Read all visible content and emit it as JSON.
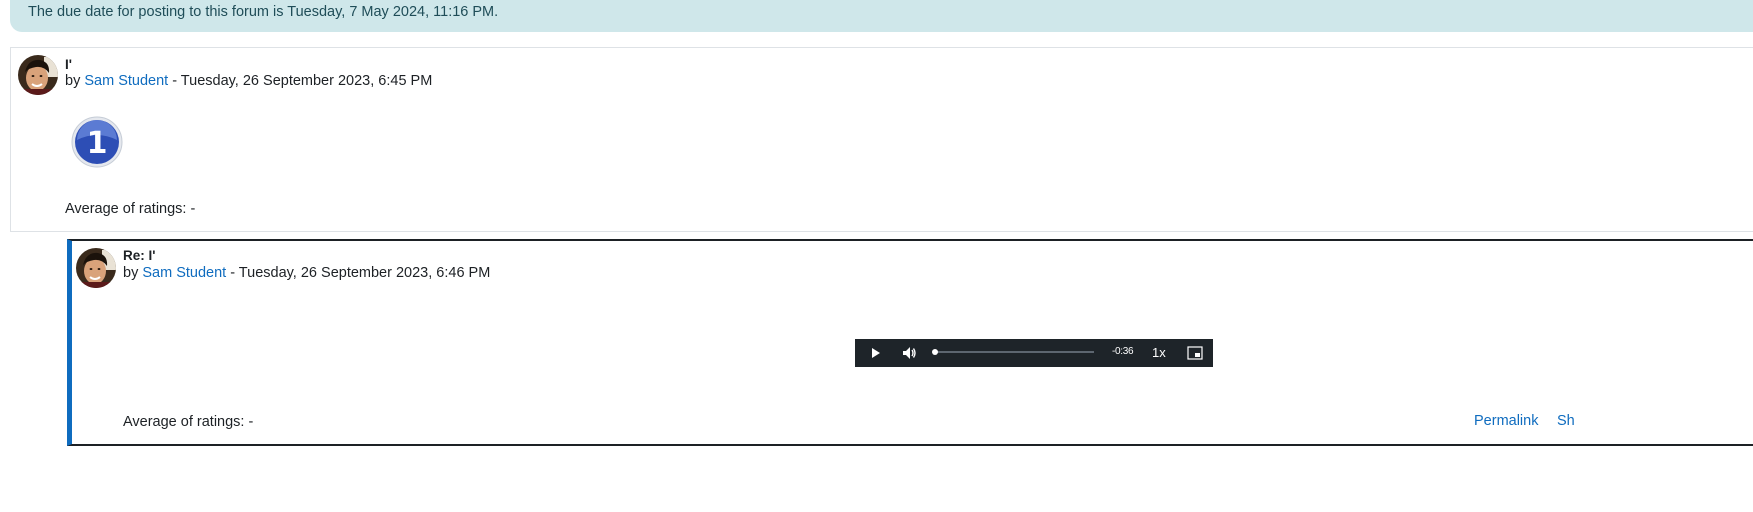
{
  "notice": {
    "text": "The due date for posting to this forum is Tuesday, 7 May 2024, 11:16 PM."
  },
  "posts": [
    {
      "subject": "I'",
      "by": "by",
      "author": "Sam Student",
      "date": " - Tuesday, 26 September 2023, 6:45 PM",
      "badge_text": "1",
      "rating": "Average of ratings: -"
    },
    {
      "subject": "Re: I'",
      "by": "by",
      "author": "Sam Student",
      "date": " - Tuesday, 26 September 2023, 6:46 PM",
      "rating": "Average of ratings: -",
      "media": {
        "progress": 0,
        "remaining_time": "-0:36",
        "playback_rate": "1x"
      },
      "actions": [
        "Permalink",
        "Sh"
      ]
    }
  ],
  "colors": {
    "link": "#0f6cbf",
    "notice_bg": "#cfe7ea",
    "reply_accent": "#0f6cbf",
    "player_bg": "#1e2429"
  },
  "icons": [
    "user-avatar",
    "number-one-badge-icon",
    "play-icon",
    "volume-icon",
    "picture-in-picture-icon"
  ]
}
